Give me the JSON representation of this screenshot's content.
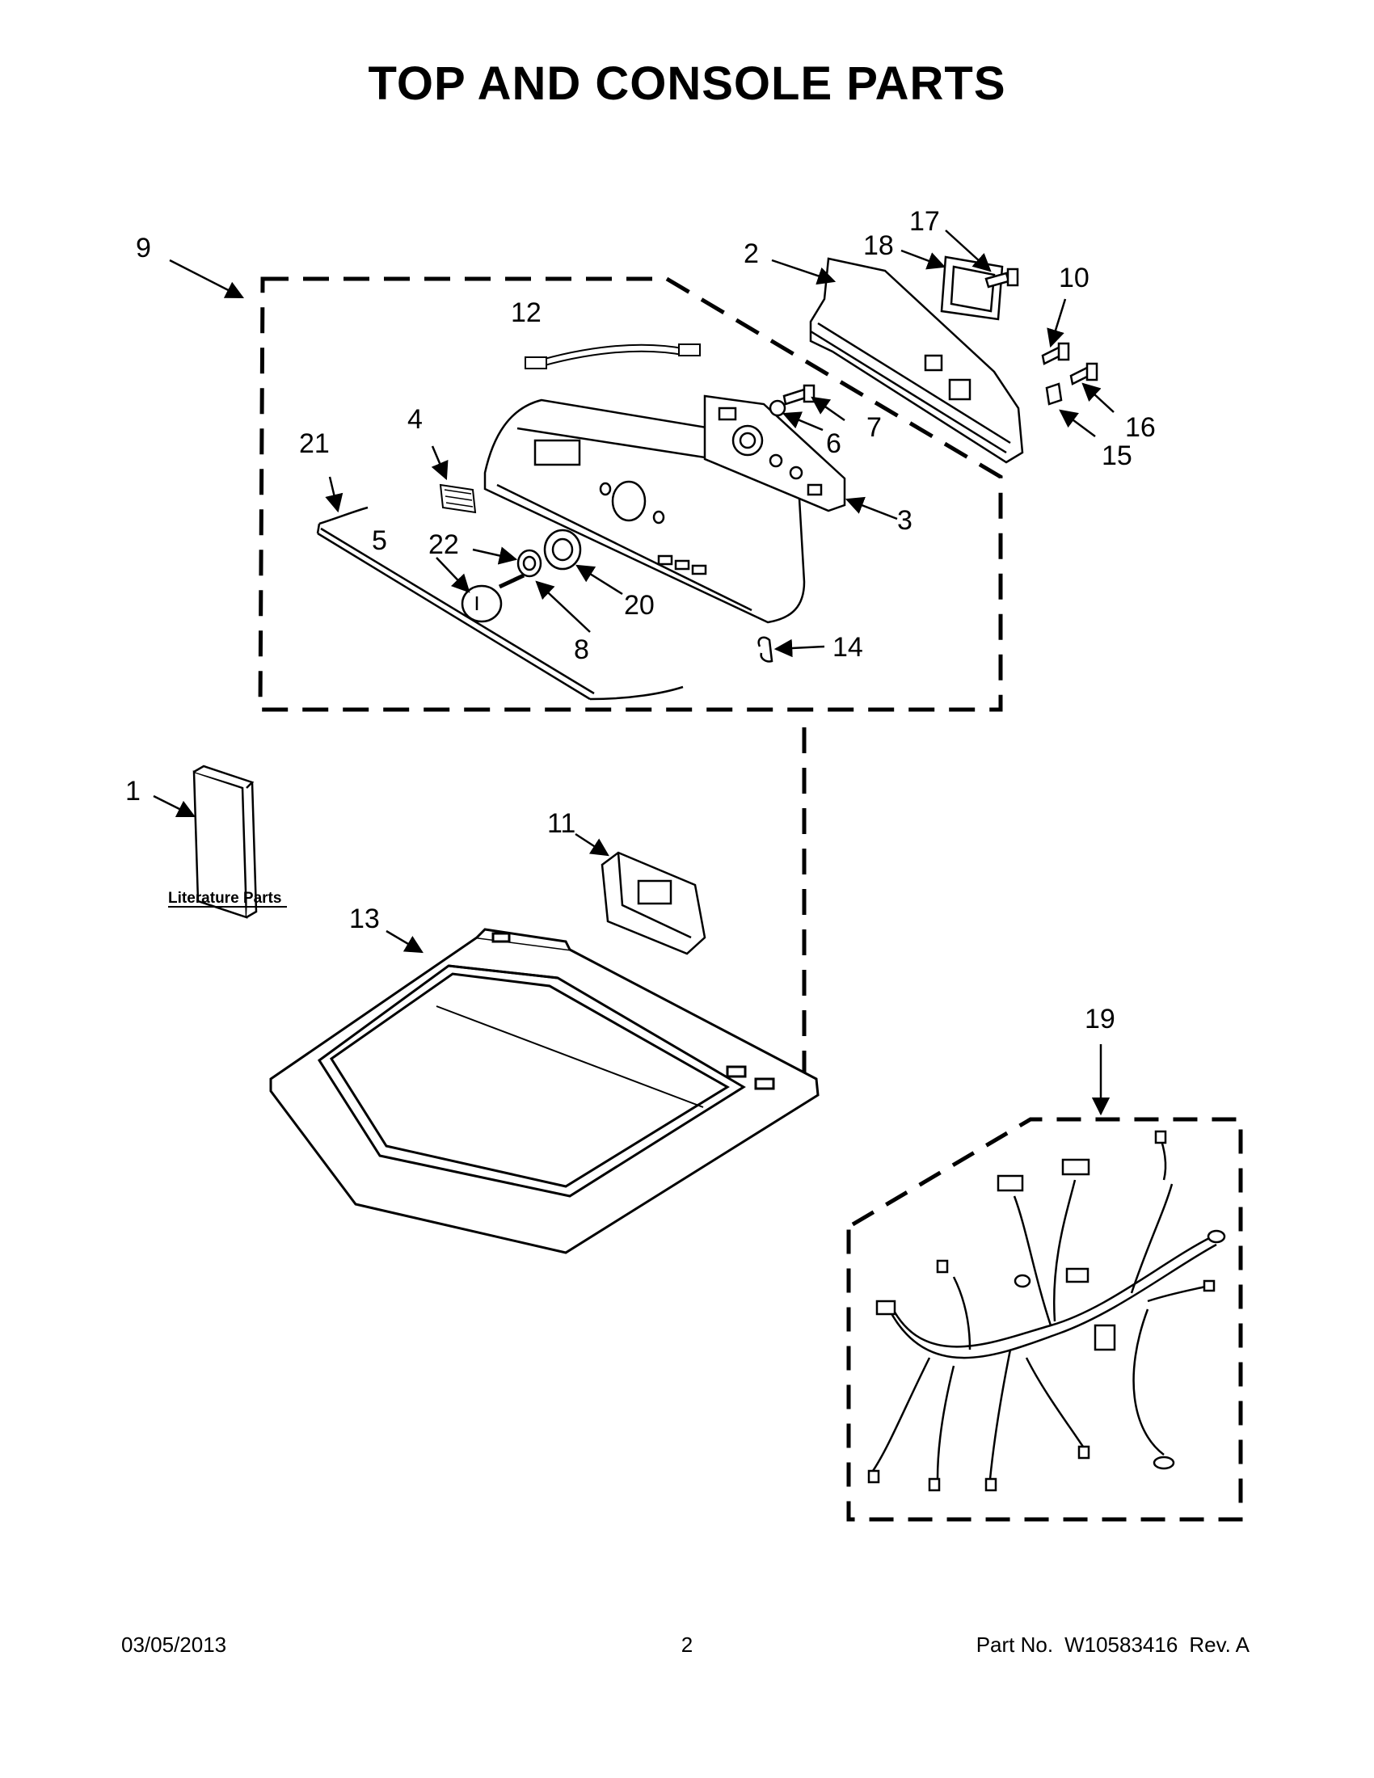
{
  "title": "TOP AND CONSOLE PARTS",
  "callouts": {
    "c1": "1",
    "c2": "2",
    "c3": "3",
    "c4": "4",
    "c5": "5",
    "c6": "6",
    "c7": "7",
    "c8": "8",
    "c9": "9",
    "c10": "10",
    "c11": "11",
    "c12": "12",
    "c13": "13",
    "c14": "14",
    "c15": "15",
    "c16": "16",
    "c17": "17",
    "c18": "18",
    "c19": "19",
    "c20": "20",
    "c21": "21",
    "c22": "22"
  },
  "literature_label": "Literature Parts",
  "footer": {
    "date": "03/05/2013",
    "page": "2",
    "part_label": "Part No.",
    "part_number": "W10583416",
    "revision": "Rev. A"
  }
}
